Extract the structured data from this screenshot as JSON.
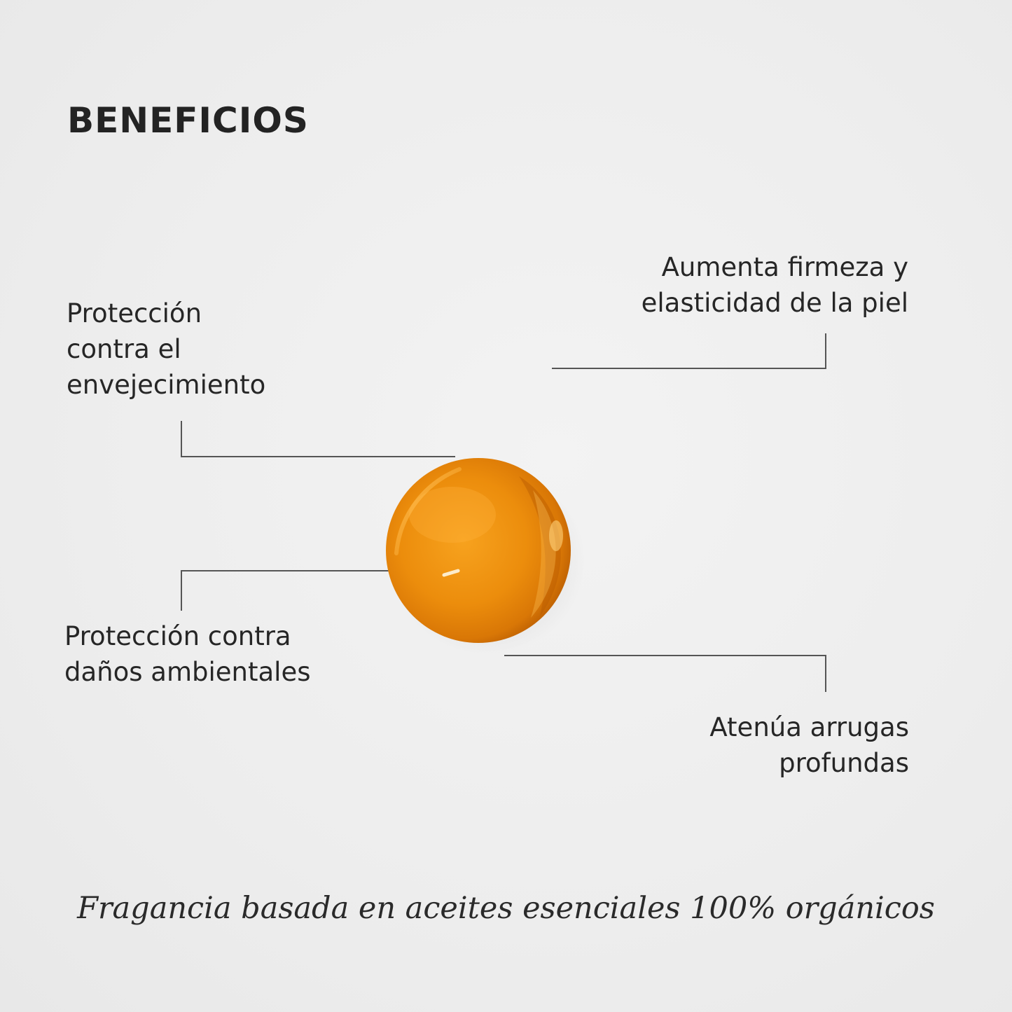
{
  "title": "BENEFICIOS",
  "benefits": {
    "aging": [
      "Protección",
      "contra el",
      "envejecimiento"
    ],
    "firmness": [
      "Aumenta firmeza y",
      "elasticidad de la piel"
    ],
    "damage": [
      "Protección contra",
      "daños ambientales"
    ],
    "wrinkles": [
      "Atenúa arrugas",
      "profundas"
    ]
  },
  "tagline": "Fragancia basada en aceites esenciales 100% orgánicos",
  "colors": {
    "capsule_amber": "#e8870a",
    "capsule_highlight": "#ffb13b",
    "capsule_dark": "#b85c02",
    "text": "#262626",
    "connector_line": "#555555"
  }
}
